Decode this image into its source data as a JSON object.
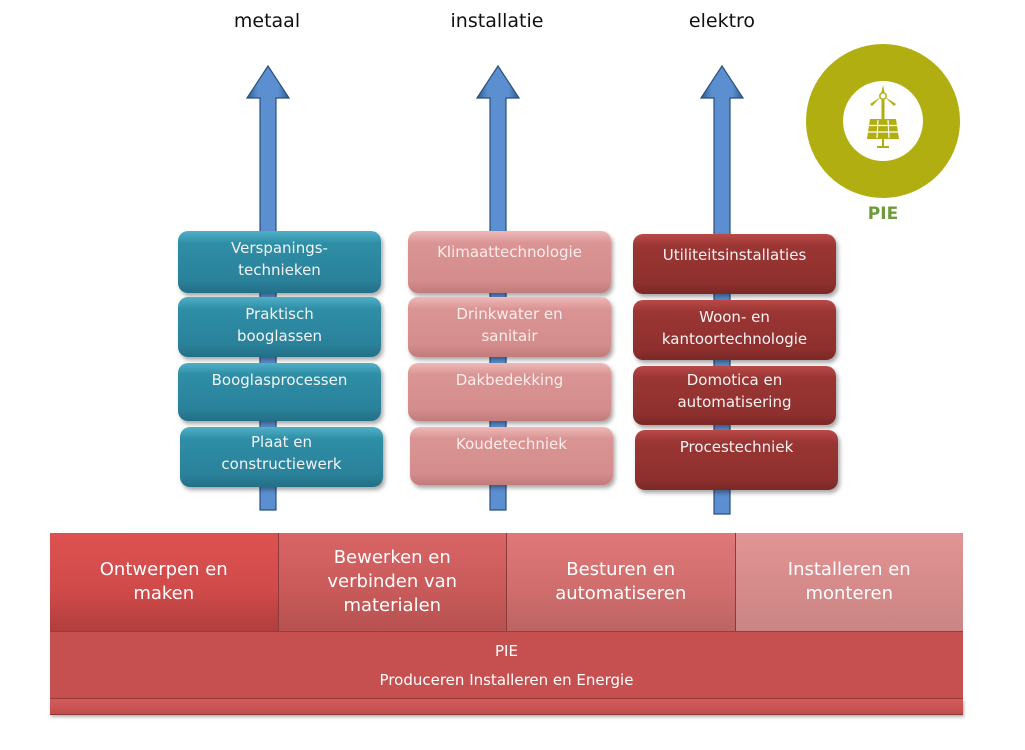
{
  "columns": [
    {
      "title": "metaal",
      "color": "#2e8ea6",
      "modules": [
        {
          "lines": [
            "Verspanings-",
            "technieken"
          ]
        },
        {
          "lines": [
            "Praktisch",
            "booglassen"
          ]
        },
        {
          "lines": [
            "Booglasprocessen"
          ]
        },
        {
          "lines": [
            "Plaat en",
            "constructiewerk"
          ]
        }
      ]
    },
    {
      "title": "installatie",
      "color": "#d99493",
      "modules": [
        {
          "lines": [
            "Klimaattechnologie"
          ]
        },
        {
          "lines": [
            "Drinkwater en",
            "sanitair"
          ]
        },
        {
          "lines": [
            "Dakbedekking"
          ]
        },
        {
          "lines": [
            "Koudetechniek"
          ]
        }
      ]
    },
    {
      "title": "elektro",
      "color": "#9a3634",
      "modules": [
        {
          "lines": [
            "Utiliteitsinstallaties"
          ]
        },
        {
          "lines": [
            "Woon- en",
            "kantoortechnologie"
          ]
        },
        {
          "lines": [
            "Domotica en",
            "automatisering"
          ]
        },
        {
          "lines": [
            "Procestechniek"
          ]
        }
      ]
    }
  ],
  "arrow_color": "#4f81bd",
  "base": {
    "cells": [
      {
        "lines": [
          "Ontwerpen en",
          "maken"
        ]
      },
      {
        "lines": [
          "Bewerken en",
          "verbinden van",
          "materialen"
        ]
      },
      {
        "lines": [
          "Besturen en",
          "automatiseren"
        ]
      },
      {
        "lines": [
          "Installeren en",
          "monteren"
        ]
      }
    ],
    "band_title": "PIE",
    "band_subtitle": "Produceren Installeren en Energie"
  },
  "logo": {
    "icon": "wind-turbine-solar-panel-icon",
    "label": "PIE",
    "ring_color": "#b0ae10",
    "label_color": "#6e9a3a"
  }
}
